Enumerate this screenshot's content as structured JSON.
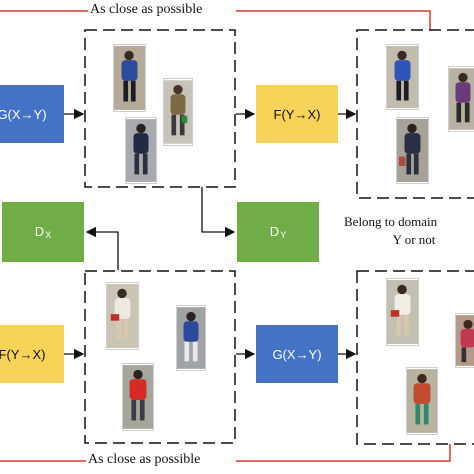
{
  "top_label": "As close as possible",
  "bottom_label": "As close as possible",
  "blocks": {
    "g_top": "G(X→Y)",
    "f_top": "F(Y→X)",
    "f_bottom": "F(Y→X)",
    "g_bottom": "G(X→Y)",
    "dx_main": "D",
    "dx_sub": "X",
    "dy_main": "D",
    "dy_sub": "Y"
  },
  "belong_line1": "Belong to domain",
  "belong_line2": "Y or not",
  "colors": {
    "generator_blue": "#4472c4",
    "inverse_yellow": "#f7d35a",
    "discriminator_green": "#70ad47",
    "feedback_red": "#d9392b"
  }
}
